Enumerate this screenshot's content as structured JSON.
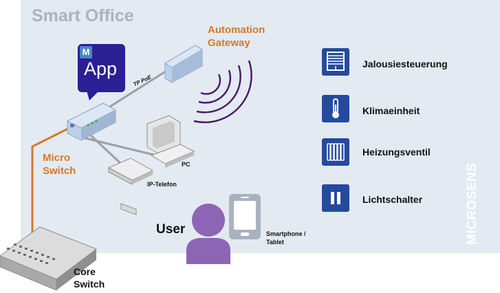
{
  "title": "Smart Office",
  "brand": "MICROSENS",
  "labels": {
    "gateway_line1": "Automation",
    "gateway_line2": "Gateway",
    "micro_line1": "Micro",
    "micro_line2": "Switch",
    "core_line1": "Core",
    "core_line2": "Switch",
    "tp_poe": "TP PoE",
    "pc": "PC",
    "ip_phone": "IP-Telefon",
    "user": "User",
    "phone_line1": "Smartphone /",
    "phone_line2": "Tablet",
    "app_m": "M",
    "app": "App"
  },
  "legend": [
    {
      "icon": "blinds-icon",
      "label": "Jalousiesteuerung"
    },
    {
      "icon": "thermometer-icon",
      "label": "Klimaeinheit"
    },
    {
      "icon": "radiator-icon",
      "label": "Heizungsventil"
    },
    {
      "icon": "light-switch-icon",
      "label": "Lichtschalter"
    }
  ],
  "colors": {
    "accent_orange": "#d37a2b",
    "tile_blue": "#244aa0",
    "app_purple": "#2b1f94",
    "user_purple": "#8e64b4",
    "panel": "#e3eaf1"
  }
}
